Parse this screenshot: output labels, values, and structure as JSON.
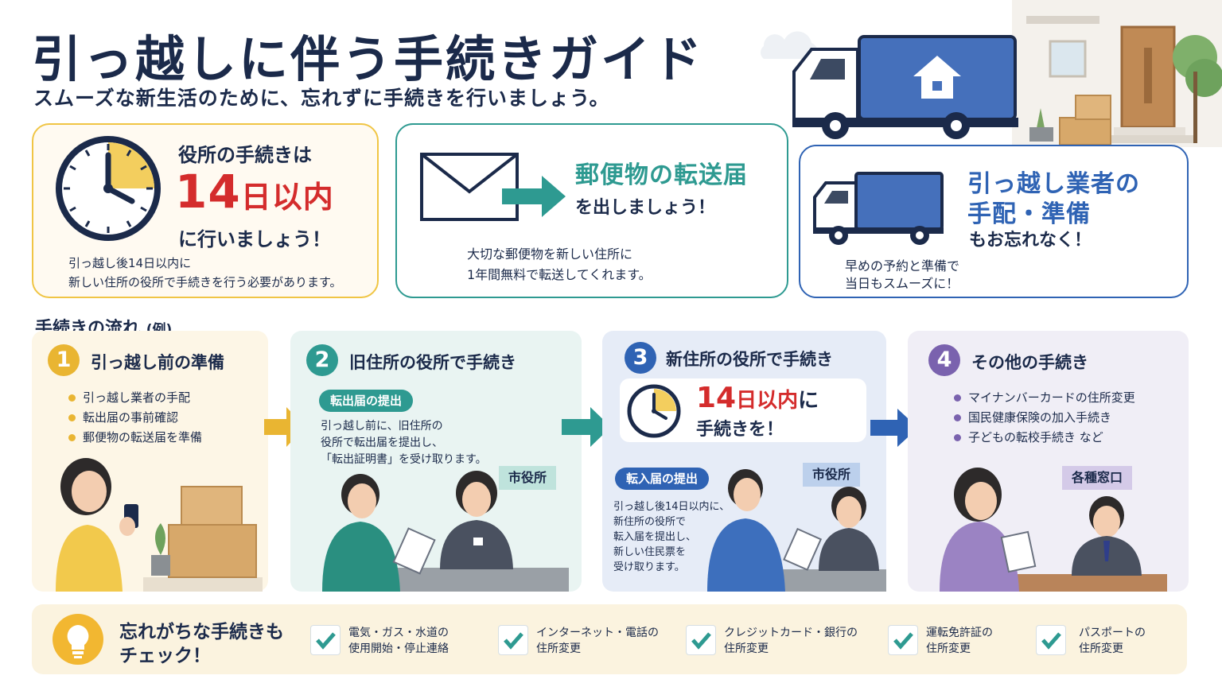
{
  "header": {
    "title": "引っ越しに伴う手続きガイド",
    "subtitle": "スムーズな新生活のために、忘れずに手続きを行いましょう。"
  },
  "cards": {
    "city_office": {
      "line1": "役所の手続きは",
      "days": "14",
      "days_suffix": "日以内",
      "line3": "に行いましょう！",
      "note1": "引っ越し後14日以内に",
      "note2": "新しい住所の役所で手続きを行う必要があります。"
    },
    "mail": {
      "title": "郵便物の転送届",
      "sub": "を出しましょう！",
      "note1": "大切な郵便物を新しい住所に",
      "note2": "1年間無料で転送してくれます。"
    },
    "mover": {
      "title1": "引っ越し業者の",
      "title2": "手配・準備",
      "sub": "もお忘れなく！",
      "note1": "早めの予約と準備で",
      "note2": "当日もスムーズに！"
    }
  },
  "flow": {
    "heading": "手続きの流れ",
    "heading_suffix": "(例)",
    "steps": [
      {
        "num": "1",
        "title": "引っ越し前の準備",
        "bullets": [
          "引っ越し業者の手配",
          "転出届の事前確認",
          "郵便物の転送届を準備"
        ]
      },
      {
        "num": "2",
        "title": "旧住所の役所で手続き",
        "pill": "転出届の提出",
        "notes": [
          "引っ越し前に、旧住所の",
          "役所で転出届を提出し、",
          "「転出証明書」を受け取ります。"
        ],
        "tag": "市役所"
      },
      {
        "num": "3",
        "title": "新住所の役所で手続き",
        "deadline_days": "14",
        "deadline_suffix": "日以内",
        "deadline_ni": "に",
        "deadline_sub": "手続きを！",
        "pill": "転入届の提出",
        "notes": [
          "引っ越し後14日以内に、",
          "新住所の役所で",
          "転入届を提出し、",
          "新しい住民票を",
          "受け取ります。"
        ],
        "tag": "市役所"
      },
      {
        "num": "4",
        "title": "その他の手続き",
        "bullets": [
          "マイナンバーカードの住所変更",
          "国民健康保険の加入手続き",
          "子どもの転校手続き など"
        ],
        "tag": "各種窓口"
      }
    ]
  },
  "checklist": {
    "title1": "忘れがちな手続きも",
    "title2": "チェック！",
    "items": [
      [
        "電気・ガス・水道の",
        "使用開始・停止連絡"
      ],
      [
        "インターネット・電話の",
        "住所変更"
      ],
      [
        "クレジットカード・銀行の",
        "住所変更"
      ],
      [
        "運転免許証の",
        "住所変更"
      ],
      [
        "パスポートの",
        "住所変更"
      ]
    ]
  },
  "colors": {
    "navy": "#1b2a4a",
    "red": "#d42c2c",
    "yellow": "#f0c544",
    "teal": "#2e9a91",
    "blue": "#2f63b4",
    "purple": "#7a62ae"
  }
}
